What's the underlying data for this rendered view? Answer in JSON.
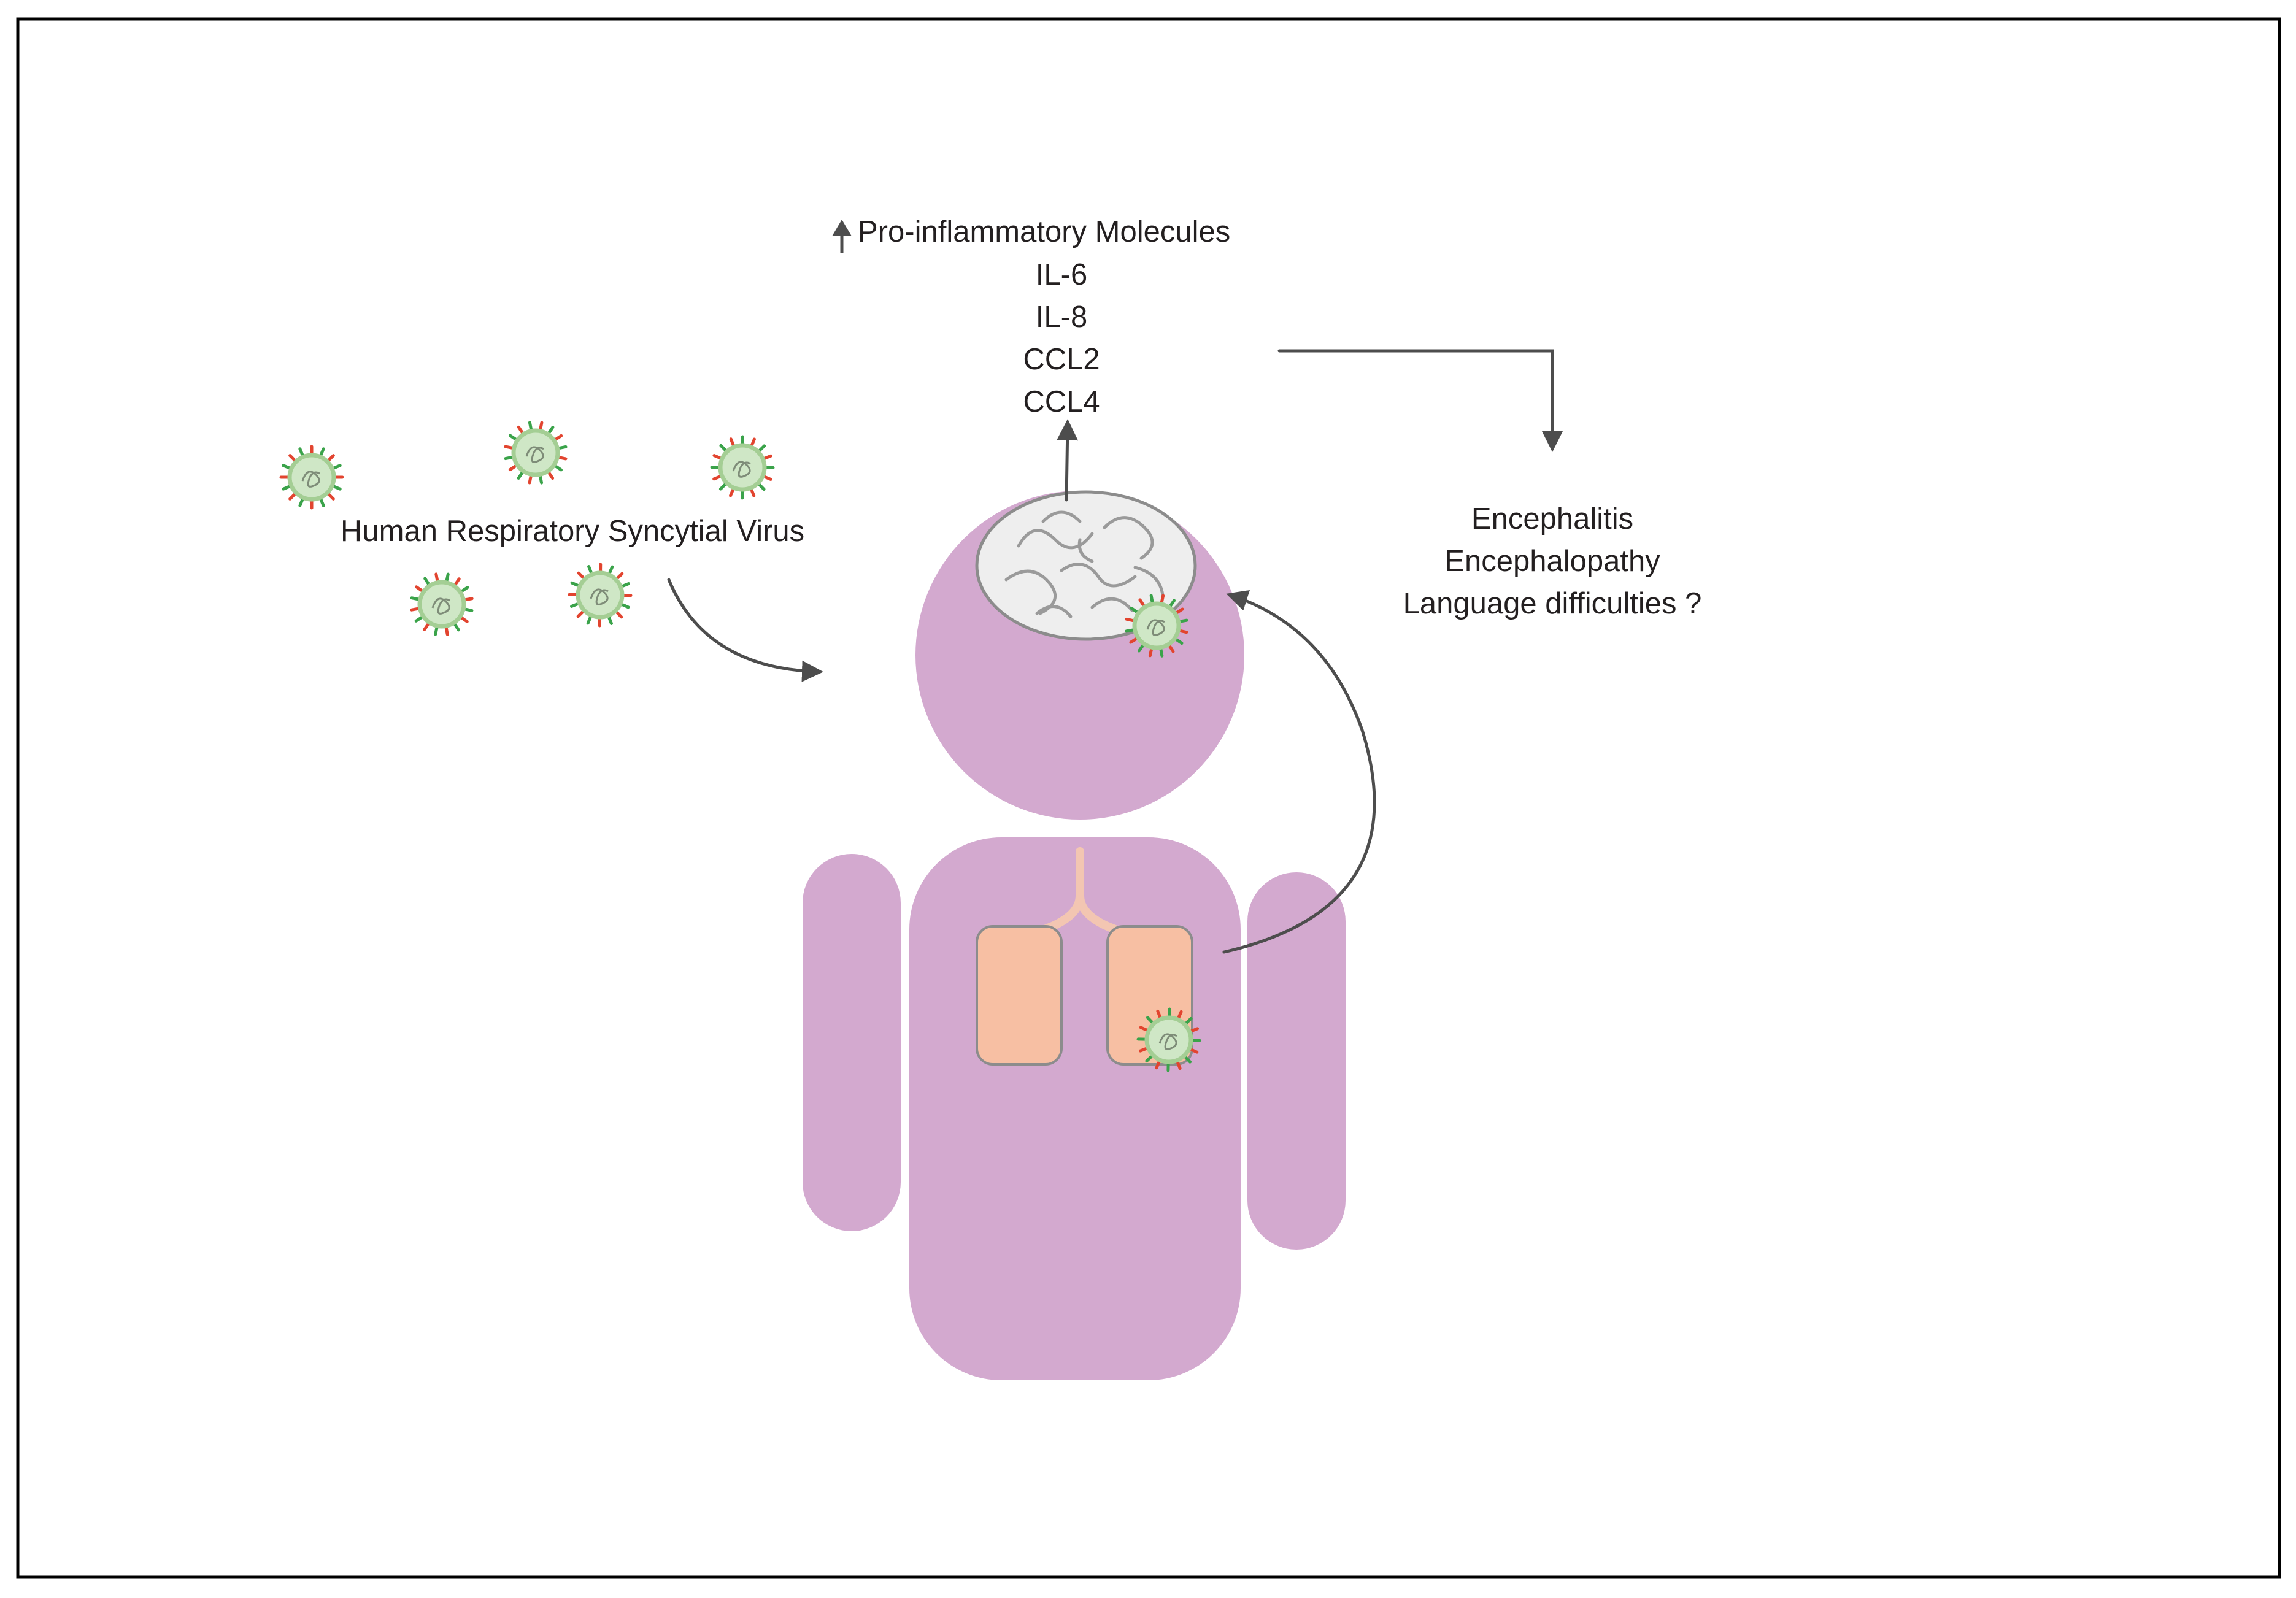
{
  "diagram": {
    "virus_label": "Human Respiratory Syncytial Virus",
    "molecules_heading": "Pro-inflammatory Molecules",
    "molecules": [
      "IL-6",
      "IL-8",
      "CCL2",
      "CCL4"
    ],
    "outcomes": [
      "Encephalitis",
      "Encephalopathy",
      "Language difficulties ?"
    ],
    "up_arrow_icon": "up-arrow-icon",
    "virus_icon": "virus-particle-icon",
    "brain_icon": "brain-icon",
    "lungs_icon": "lungs-icon",
    "colors": {
      "body": "#d3a9cf",
      "lungs": "#f7bfa3",
      "trachea": "#f3c6b2",
      "brain": "#eeeeee",
      "brain_outline": "#8c8c8c",
      "arrow": "#4d4d4d",
      "virus_fill": "#cfe7c6",
      "virus_ring": "#a4ce94",
      "spike_red": "#e2442f",
      "spike_green": "#3aa34a",
      "border": "#000000"
    }
  }
}
